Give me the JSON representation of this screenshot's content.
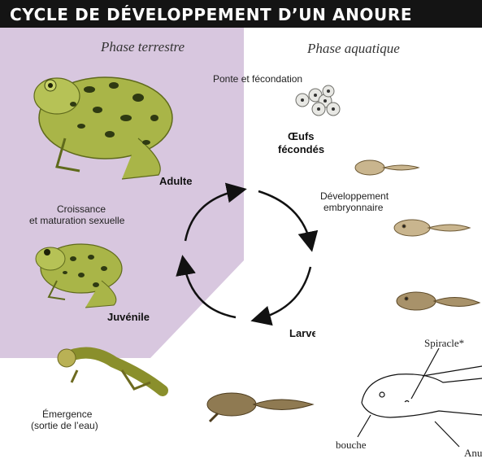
{
  "title": "CYCLE DE DÉVELOPPEMENT D’UN ANOURE",
  "phases": {
    "terrestrial": "Phase terrestre",
    "aquatic": "Phase aquatique"
  },
  "stages": {
    "spawning": "Ponte et fécondation",
    "eggs_line1": "Œufs",
    "eggs_line2": "fécondés",
    "embryo_line1": "Développement",
    "embryo_line2": "embryonnaire",
    "larva": "Larve",
    "emergence_line1": "Émergence",
    "emergence_line2": "(sortie de l’eau)",
    "juvenile": "Juvénile",
    "growth_line1": "Croissance",
    "growth_line2": "et maturation sexuelle",
    "adult": "Adulte"
  },
  "detail_labels": {
    "spiracle": "Spiracle*",
    "mouth": "bouche",
    "anus": "Anus"
  },
  "colors": {
    "terrestrial_band": "#d8c7df",
    "title_bar": "#141414",
    "frog_body": "#a9b548",
    "frog_spots": "#2f3a12",
    "tadpole": "#b59a6a"
  }
}
